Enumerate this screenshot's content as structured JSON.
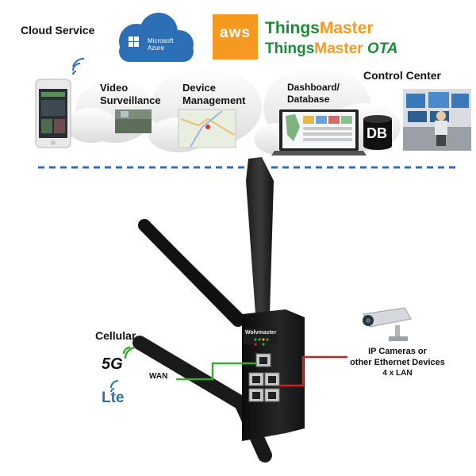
{
  "cloud_service": {
    "label": "Cloud Service"
  },
  "azure": {
    "line1": "Microsoft",
    "line2": "Azure"
  },
  "aws": {
    "label": "aws"
  },
  "thingsmaster": {
    "line1_a": "Things",
    "line1_b": "Master",
    "line2_a": "Things",
    "line2_b": "Master",
    "line2_c": "OTA"
  },
  "clouds": {
    "video": {
      "line1": "Video",
      "line2": "Surveillance"
    },
    "device": {
      "line1": "Device",
      "line2": "Management"
    },
    "dashboard": {
      "line1": "Dashboard/",
      "line2": "Database"
    }
  },
  "db_label": "DB",
  "control_center": "Control Center",
  "router_brand": "Wolvmaster",
  "cellular": {
    "label": "Cellular",
    "fiveg": "5G",
    "lte": "Lte"
  },
  "wan_label": "WAN",
  "lan": {
    "line1": "IP Cameras or",
    "line2": "other Ethernet Devices",
    "line3": "4 x LAN"
  },
  "colors": {
    "wan_line": "#3aaa35",
    "lan_line": "#d42020",
    "divider": "#2f6fb5",
    "aws_orange": "#f59a1f",
    "things_green": "#1f8b3a",
    "azure_blue": "#2d6fb6"
  }
}
